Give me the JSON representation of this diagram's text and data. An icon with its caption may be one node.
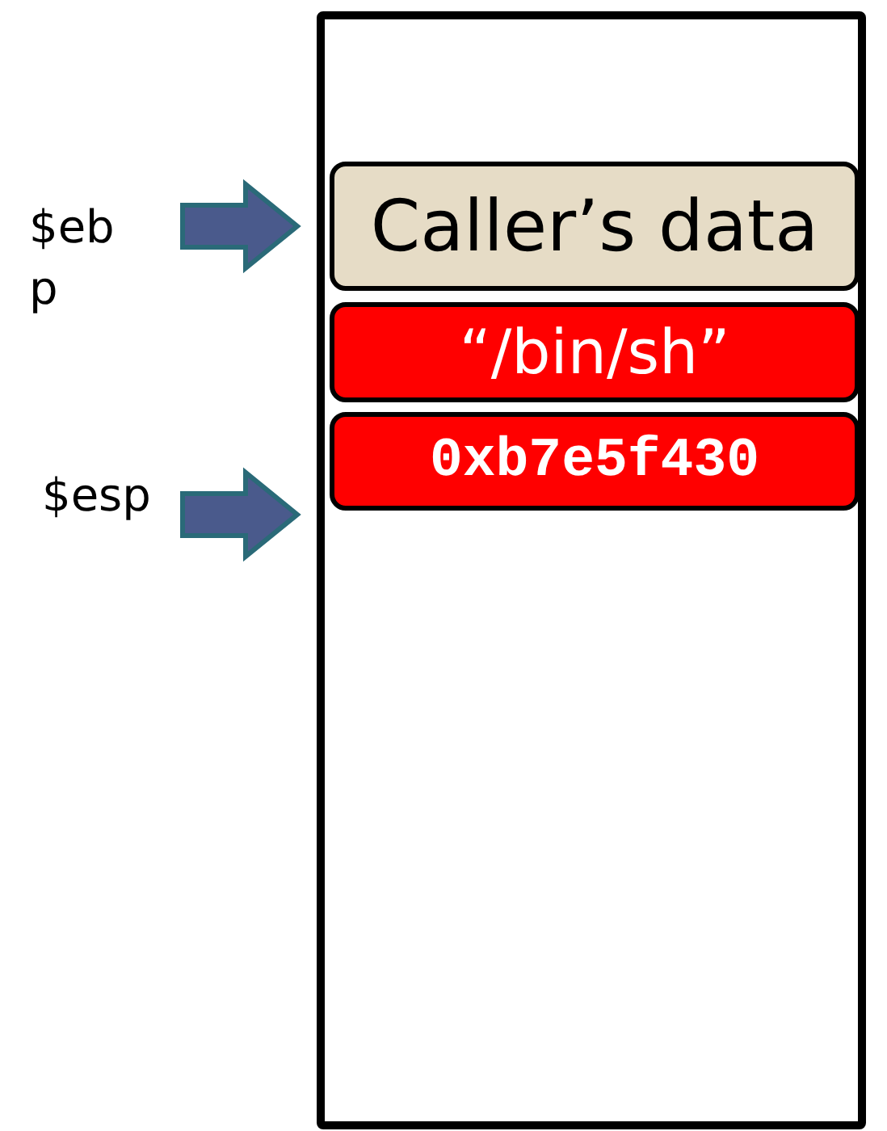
{
  "diagram": {
    "nodes": [
      {
        "text": [],
        "shape": "box"
      },
      {
        "text": [
          "Caller’s data"
        ],
        "in": 0
      },
      {
        "text": [
          "“/bin/sh”"
        ],
        "in": 0
      },
      {
        "text": [
          "0xb7e5f430"
        ],
        "in": 0
      },
      {
        "text": [
          "$ebp"
        ]
      },
      {
        "text": [
          "$esp"
        ]
      }
    ],
    "edges": [
      {
        "from": 4,
        "to": 1,
        "arrow": "to"
      },
      {
        "from": 5,
        "to": 3,
        "arrow": "to"
      }
    ]
  }
}
